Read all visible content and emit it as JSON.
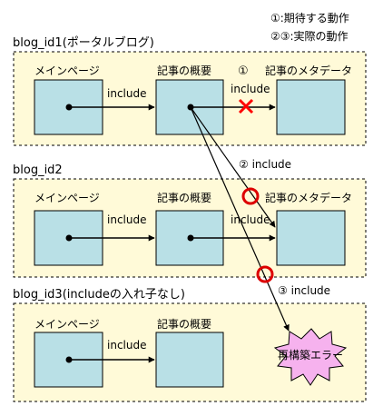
{
  "legend": {
    "expected": "①:期待する動作",
    "actual": "②③:実際の動作"
  },
  "groups": [
    {
      "title": "blog_id1(ポータルブログ)",
      "labels": {
        "main": "メインページ",
        "summary": "記事の概要",
        "meta": "記事のメタデータ"
      },
      "link_labels": {
        "main_to_summary": "include",
        "summary_to_meta": "include"
      },
      "step_marker": "①"
    },
    {
      "title": "blog_id2",
      "labels": {
        "main": "メインページ",
        "summary": "記事の概要",
        "meta": "記事のメタデータ"
      },
      "link_labels": {
        "main_to_summary": "include",
        "summary_to_meta": "include"
      }
    },
    {
      "title": "blog_id3(includeの入れ子なし)",
      "labels": {
        "main": "メインページ",
        "summary": "記事の概要"
      },
      "link_labels": {
        "main_to_summary": "include"
      },
      "error_label": "再構築エラー"
    }
  ],
  "cross_links": {
    "step2": "② include",
    "step3": "③  include"
  },
  "colors": {
    "group_fill": "#fffad8",
    "box_fill": "#b9e0e6",
    "error_fill": "#f6b2ee",
    "cross_mark": "#ff0000",
    "ok_circle": "#dd0000"
  }
}
